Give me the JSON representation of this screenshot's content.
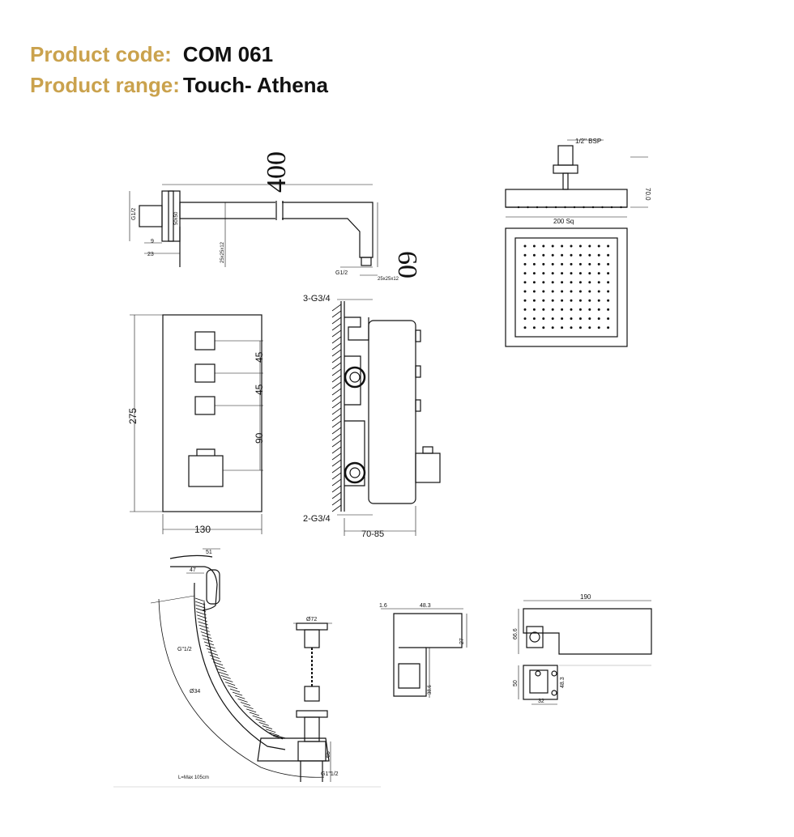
{
  "header": {
    "code_label": "Product code:",
    "code_value": "COM 061",
    "range_label": "Product range:",
    "range_value": "Touch- Athena"
  },
  "arm": {
    "length": "400",
    "drop": "60",
    "thread_a": "G1/2",
    "thread_b": "G1/2",
    "sq_a": "25x25x12",
    "sq_b": "25x25x12",
    "small_a": "9",
    "small_b": "23",
    "flange": "50x50"
  },
  "head": {
    "thread": "1/2\" BSP",
    "height": "70.0",
    "width": "200 Sq"
  },
  "valve": {
    "height": "275",
    "gap1": "45",
    "gap2": "45",
    "gap3": "90",
    "width": "130",
    "depth": "70-85",
    "outlet": "3-G3/4",
    "inlet": "2-G3/4"
  },
  "waste": {
    "d1": "51",
    "d2": "47",
    "thread": "G\"1/2",
    "hose": "Ø34",
    "cap": "Ø72",
    "h1": "65",
    "thread2": "G1\"1/2",
    "len": "L=Max 105cm"
  },
  "spout_side": {
    "top": "1.6",
    "width": "48.3",
    "height": "27",
    "low": "38.6"
  },
  "spout_top": {
    "width": "190",
    "d1": "66.6",
    "d2": "50",
    "d3": "48.3",
    "d4": "32"
  },
  "colors": {
    "gold": "#caa24d",
    "ink": "#111111"
  }
}
